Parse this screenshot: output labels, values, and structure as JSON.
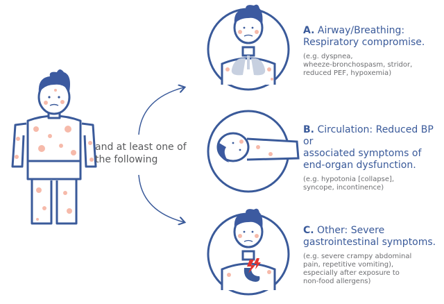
{
  "middle": {
    "line1": "and at least one of",
    "line2": "the following"
  },
  "criteria": [
    {
      "letter": "A.",
      "title_line1": "Airway/Breathing:",
      "title_line2": "Respiratory compromise.",
      "examples": [
        "(e.g. dyspnea,",
        "wheeze-bronchospasm, stridor,",
        "reduced PEF, hypoxemia)"
      ]
    },
    {
      "letter": "B.",
      "title_line1": "Circulation: Reduced BP or",
      "title_line2": "associated symptoms of",
      "title_line3": "end-organ dysfunction.",
      "examples": [
        "(e.g. hypotonia [collapse],",
        "syncope, incontinence)"
      ]
    },
    {
      "letter": "C.",
      "title_line1": "Other: Severe",
      "title_line2": "gastrointestinal symptoms.",
      "examples": [
        "(e.g. severe crampy abdominal",
        "pain, repetitive vomiting),",
        "especially after exposure to",
        "non-food allergens)"
      ]
    }
  ],
  "colors": {
    "outline": "#3a5a9a",
    "hair": "#3c5aa0",
    "rash": "#f3a38e",
    "text": "#58595b",
    "accent": "#3a5a9a",
    "lightning": "#e3342f"
  }
}
